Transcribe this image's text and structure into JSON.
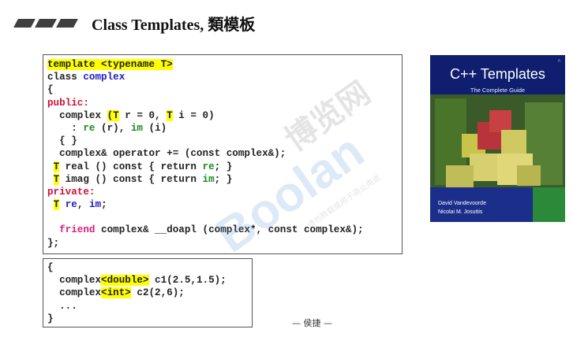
{
  "slide": {
    "title": "Class Templates, 類模板",
    "footer": "— 侯捷 —"
  },
  "code_main": {
    "lines": [
      [
        {
          "t": "template <typename T>",
          "s": "hl"
        }
      ],
      [
        {
          "t": "class "
        },
        {
          "t": "complex",
          "s": "kw-blue"
        }
      ],
      [
        {
          "t": "{"
        }
      ],
      [
        {
          "t": "public:",
          "s": "kw-red"
        }
      ],
      [
        {
          "t": "  complex "
        },
        {
          "t": "(T",
          "s": "hl"
        },
        {
          "t": " r = 0, "
        },
        {
          "t": "T",
          "s": "hl"
        },
        {
          "t": " i = 0)"
        }
      ],
      [
        {
          "t": "    : "
        },
        {
          "t": "re",
          "s": "kw-green"
        },
        {
          "t": " (r), "
        },
        {
          "t": "im",
          "s": "kw-green"
        },
        {
          "t": " (i)"
        }
      ],
      [
        {
          "t": "  { }"
        }
      ],
      [
        {
          "t": "  complex& operator += (const complex&);"
        }
      ],
      [
        {
          "t": " "
        },
        {
          "t": "T",
          "s": "hl"
        },
        {
          "t": " real () const { return "
        },
        {
          "t": "re",
          "s": "kw-green"
        },
        {
          "t": "; }"
        }
      ],
      [
        {
          "t": " "
        },
        {
          "t": "T",
          "s": "hl"
        },
        {
          "t": " imag () const { return "
        },
        {
          "t": "im",
          "s": "kw-green"
        },
        {
          "t": "; }"
        }
      ],
      [
        {
          "t": "private:",
          "s": "kw-red"
        }
      ],
      [
        {
          "t": " "
        },
        {
          "t": "T",
          "s": "hl"
        },
        {
          "t": " "
        },
        {
          "t": "re",
          "s": "kw-blue"
        },
        {
          "t": ", "
        },
        {
          "t": "im",
          "s": "kw-blue"
        },
        {
          "t": ";"
        }
      ],
      [
        {
          "t": ""
        }
      ],
      [
        {
          "t": "  "
        },
        {
          "t": "friend",
          "s": "kw-pink"
        },
        {
          "t": " complex& __doapl (complex*, const complex&);"
        }
      ],
      [
        {
          "t": "};"
        }
      ]
    ]
  },
  "code_usage": {
    "lines": [
      [
        {
          "t": "{"
        }
      ],
      [
        {
          "t": "  complex"
        },
        {
          "t": "<double>",
          "s": "hl"
        },
        {
          "t": " c1(2.5,1.5);"
        }
      ],
      [
        {
          "t": "  complex"
        },
        {
          "t": "<int>",
          "s": "hl"
        },
        {
          "t": " c2(2,6);"
        }
      ],
      [
        {
          "t": "  ..."
        }
      ],
      [
        {
          "t": "}"
        }
      ]
    ]
  },
  "book": {
    "title": "C++ Templates",
    "subtitle": "The Complete Guide",
    "authors": [
      "David Vandevoorde",
      "Nicolai M. Josuttis"
    ]
  },
  "watermark": {
    "text_cn": "博览网",
    "text_en": "Boolan",
    "tagline": "请勿转载或用于商业用途"
  },
  "colors": {
    "highlight": "#ffff00",
    "keyword_red": "#d0103a",
    "keyword_blue": "#2020c0",
    "keyword_green": "#1a8a1a",
    "book_cover": "#0f1e6e",
    "watermark": "#6aa0d8"
  }
}
